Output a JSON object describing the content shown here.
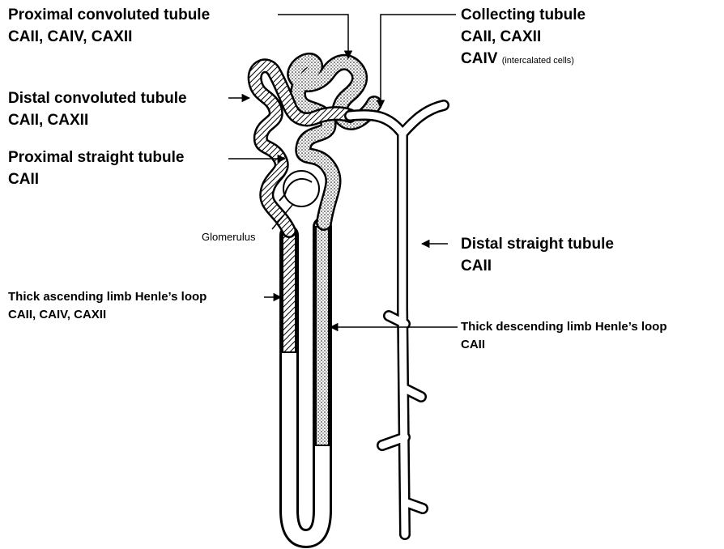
{
  "labels": {
    "pct_title": "Proximal convoluted tubule",
    "pct_enz": "CAII, CAIV, CAXII",
    "ct_title": "Collecting tubule",
    "ct_enz1": "CAII, CAXII",
    "ct_enz2": "CAIV",
    "ct_enz2_note": "(intercalated cells)",
    "dct_title": "Distal convoluted tubule",
    "dct_enz": "CAII, CAXII",
    "pst_title": "Proximal straight tubule",
    "pst_enz": "CAII",
    "glomerulus": "Glomerulus",
    "dst_title": "Distal straight tubule",
    "dst_enz": "CAII",
    "tal_title": "Thick ascending limb Henle’s loop",
    "tal_enz": "CAII, CAIV, CAXII",
    "tdl_title": "Thick descending limb Henle’s loop",
    "tdl_enz": "CAII"
  },
  "colors": {
    "ink": "#000000",
    "paper": "#ffffff"
  }
}
